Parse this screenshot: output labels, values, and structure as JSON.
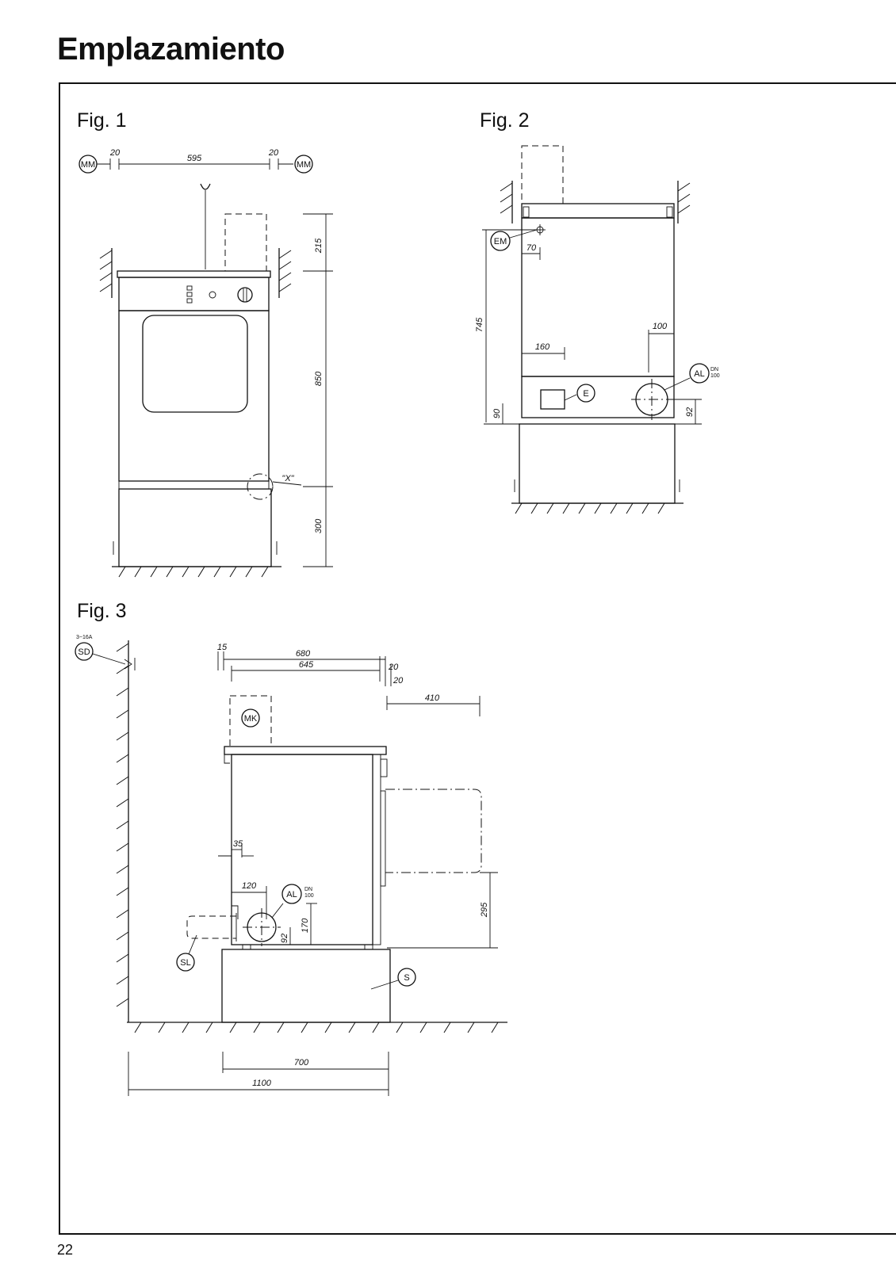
{
  "page": {
    "title": "Emplazamiento",
    "page_number": "22"
  },
  "figures": [
    {
      "label": "Fig. 1",
      "dimensions": [
        "20",
        "595",
        "20",
        "215",
        "850",
        "300"
      ],
      "tags": [
        "MM",
        "MM"
      ],
      "callout": "\"X\""
    },
    {
      "label": "Fig. 2",
      "dimensions": [
        "70",
        "745",
        "160",
        "100",
        "90",
        "92"
      ],
      "tags": [
        "EM",
        "E",
        "AL"
      ],
      "al_note": [
        "DN",
        "100"
      ]
    },
    {
      "label": "Fig. 3",
      "dimensions": [
        "15",
        "680",
        "645",
        "20",
        "20",
        "410",
        "35",
        "120",
        "92",
        "170",
        "295",
        "700",
        "1100"
      ],
      "tags": [
        "SD",
        "MK",
        "AL",
        "SL",
        "S"
      ],
      "sd_note": "3~16A",
      "al_note": [
        "DN",
        "100"
      ]
    }
  ]
}
